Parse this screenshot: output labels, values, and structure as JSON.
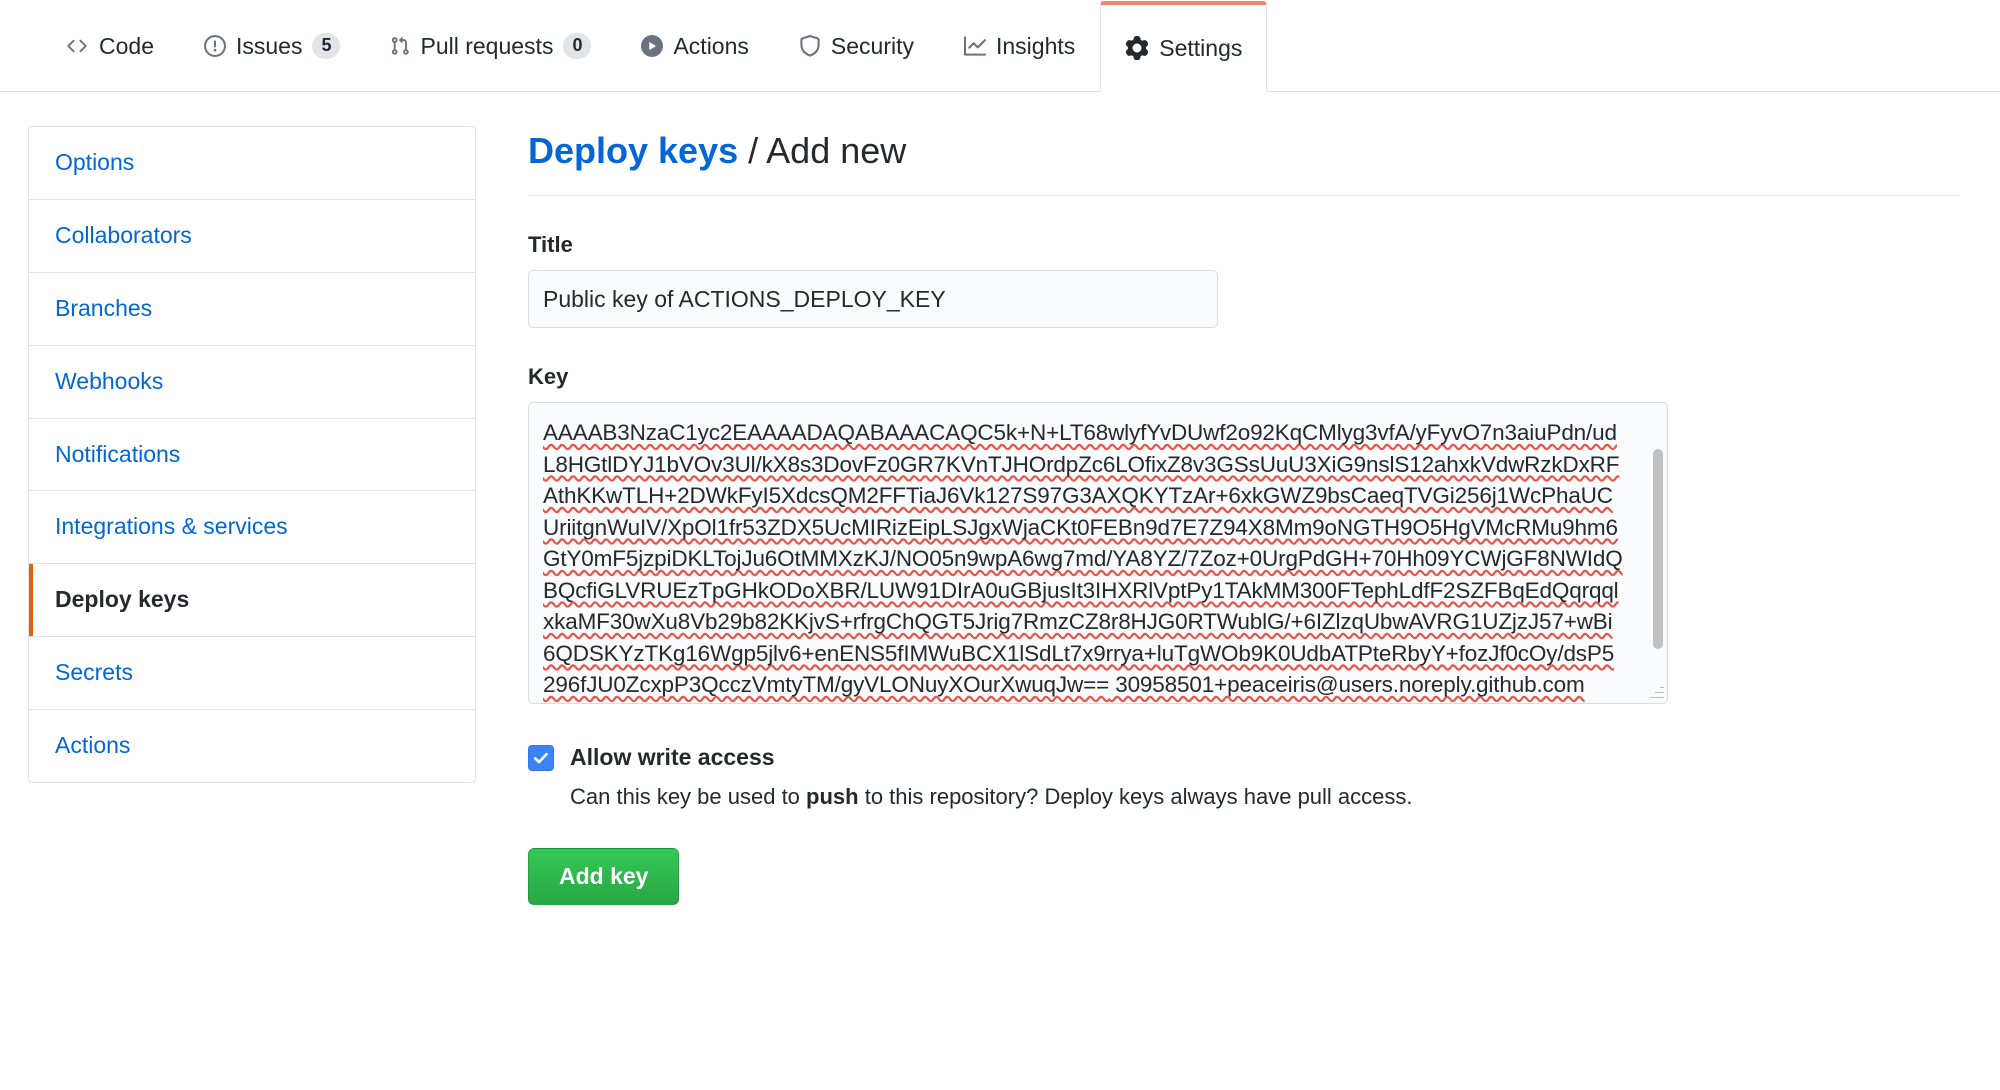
{
  "repo_nav": {
    "tabs": [
      {
        "label": "Code",
        "icon": "code-icon",
        "count": null,
        "selected": false
      },
      {
        "label": "Issues",
        "icon": "issue-opened-icon",
        "count": "5",
        "selected": false
      },
      {
        "label": "Pull requests",
        "icon": "git-pull-request-icon",
        "count": "0",
        "selected": false
      },
      {
        "label": "Actions",
        "icon": "play-icon",
        "count": null,
        "selected": false
      },
      {
        "label": "Security",
        "icon": "shield-icon",
        "count": null,
        "selected": false
      },
      {
        "label": "Insights",
        "icon": "graph-icon",
        "count": null,
        "selected": false
      },
      {
        "label": "Settings",
        "icon": "gear-icon",
        "count": null,
        "selected": true
      }
    ],
    "selected_accent": "#f9826c"
  },
  "sidebar": {
    "items": [
      {
        "label": "Options",
        "selected": false
      },
      {
        "label": "Collaborators",
        "selected": false
      },
      {
        "label": "Branches",
        "selected": false
      },
      {
        "label": "Webhooks",
        "selected": false
      },
      {
        "label": "Notifications",
        "selected": false
      },
      {
        "label": "Integrations & services",
        "selected": false
      },
      {
        "label": "Deploy keys",
        "selected": true
      },
      {
        "label": "Secrets",
        "selected": false
      },
      {
        "label": "Actions",
        "selected": false
      }
    ],
    "selected_accent": "#e36209",
    "link_color": "#0366d6"
  },
  "main": {
    "heading": {
      "crumb_link": "Deploy keys",
      "separator": "/",
      "current": "Add new"
    },
    "title_field": {
      "label": "Title",
      "value": "Public key of ACTIONS_DEPLOY_KEY",
      "placeholder": ""
    },
    "key_field": {
      "label": "Key",
      "placeholder": "",
      "value": "AAAAB3NzaC1yc2EAAAADAQABAAACAQC5k+N+LT68wlyfYvDUwf2o92KqCMlyg3vfA/yFyvO7n3aiuPdn/udL8HGtlDYJ1bVOv3Ul/kX8s3DovFz0GR7KVnTJHOrdpZc6LOfixZ8v3GSsUuU3XiG9nslS12ahxkVdwRzkDxRFAthKKwTLH+2DWkFyI5XdcsQM2FFTiaJ6Vk127S97G3AXQKYTzAr+6xkGWZ9bsCaeqTVGi256j1WcPhaUCUriitgnWuIV/XpOl1fr53ZDX5UcMIRizEipLSJgxWjaCKt0FEBn9d7E7Z94X8Mm9oNGTH9O5HgVMcRMu9hm6GtY0mF5jzpiDKLTojJu6OtMMXzKJ/NO05n9wpA6wg7md/YA8YZ/7Zoz+0UrgPdGH+70Hh09YCWjGF8NWIdQBQcfiGLVRUEzTpGHkODoXBR/LUW91DIrA0uGBjusIt3IHXRlVptPy1TAkMM300FTephLdfF2SZFBqEdQqrqqlxkaMF30wXu8Vb29b82KKjvS+rfrgChQGT5Jrig7RmzCZ8r8HJG0RTWublG/+6IZlzqUbwAVRG1UZjzJ57+wBi6QDSKYzTKg16Wgp5jlv6+enENS5fIMWuBCX1lSdLt7x9rrya+luTgWOb9K0UdbATPteRbyY+fozJf0cOy/dsP5296fJU0ZcxpP3QcczVmtyTM/gyVLONuyXOurXwuqJw==",
      "comment": " 30958501+peaceiris@users.noreply.github.com"
    },
    "allow_write": {
      "checked": true,
      "label": "Allow write access",
      "help_prefix": "Can this key be used to ",
      "help_bold": "push",
      "help_suffix": " to this repository? Deploy keys always have pull access."
    },
    "submit": {
      "label": "Add key",
      "color": "#28a745"
    }
  }
}
